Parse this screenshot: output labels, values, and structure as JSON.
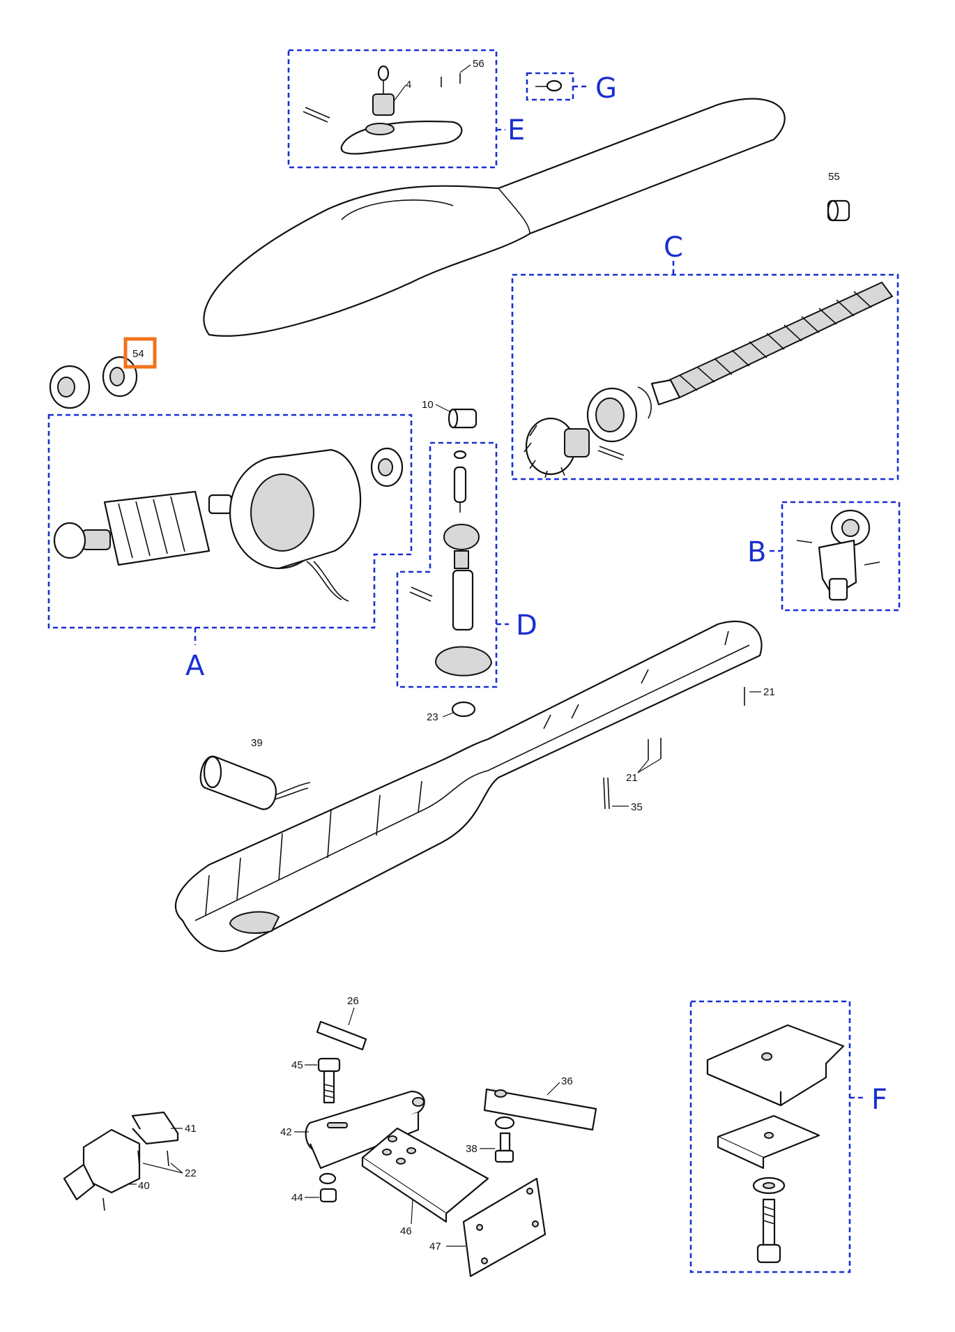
{
  "colors": {
    "group_box": "#1a2fd0",
    "highlight": "#f0731f",
    "line_art": "#111111"
  },
  "group_labels": [
    "A",
    "B",
    "C",
    "D",
    "E",
    "F",
    "G"
  ],
  "part_numbers": [
    "4",
    "56",
    "55",
    "54",
    "10",
    "21",
    "21",
    "23",
    "39",
    "35",
    "26",
    "45",
    "36",
    "41",
    "42",
    "38",
    "22",
    "40",
    "44",
    "46",
    "47"
  ],
  "highlighted_part": "54"
}
